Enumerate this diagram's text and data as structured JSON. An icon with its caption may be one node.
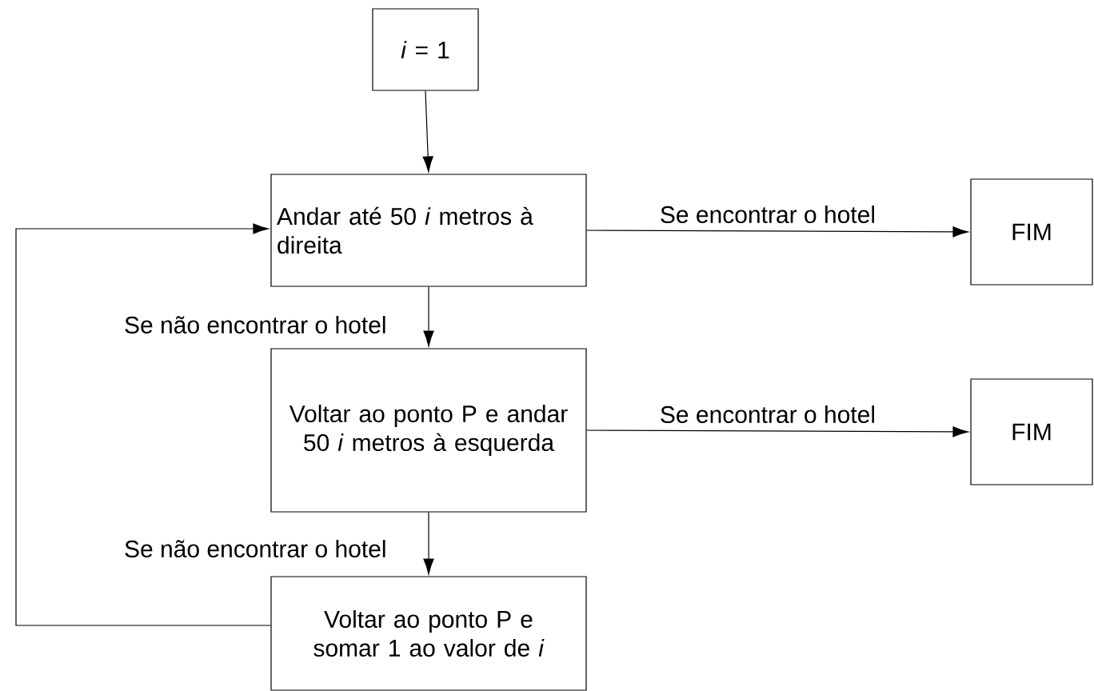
{
  "diagram": {
    "nodes": [
      {
        "text": [
          "*i* = 1"
        ]
      },
      {
        "text": [
          "Andar até 50 *i* metros à direita"
        ]
      },
      {
        "text": [
          "FIM"
        ]
      },
      {
        "text": [
          "Voltar ao ponto P e andar 50 *i* metros à esquerda"
        ]
      },
      {
        "text": [
          "FIM"
        ]
      },
      {
        "text": [
          "Voltar ao ponto P e somar 1 ao valor de *i*"
        ]
      }
    ],
    "edges": [
      {
        "from": 0,
        "to": 1,
        "arrow": "to"
      },
      {
        "from": 1,
        "to": 2,
        "arrow": "to",
        "label": "Se encontrar o hotel"
      },
      {
        "from": 1,
        "to": 3,
        "arrow": "to",
        "label": "Se não encontrar o hotel"
      },
      {
        "from": 3,
        "to": 4,
        "arrow": "to",
        "label": "Se encontrar o hotel"
      },
      {
        "from": 3,
        "to": 5,
        "arrow": "to",
        "label": "Se não encontrar o hotel"
      },
      {
        "from": 5,
        "to": 1,
        "arrow": "to"
      }
    ]
  }
}
